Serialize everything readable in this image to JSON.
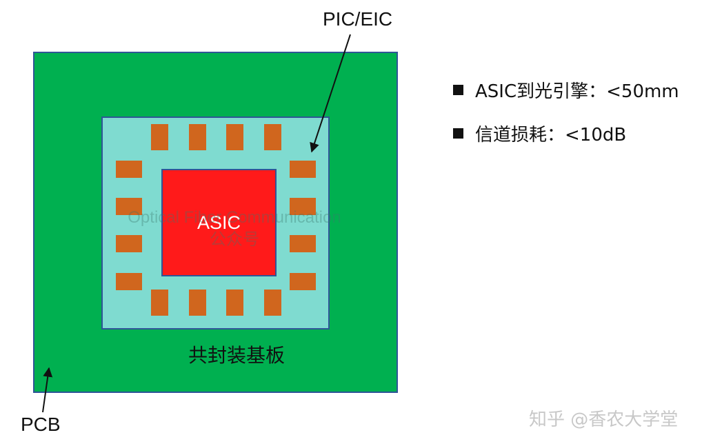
{
  "diagram": {
    "labels": {
      "pic_eic": "PIC/EIC",
      "asic": "ASIC",
      "substrate": "共封装基板",
      "pcb": "PCB"
    },
    "watermark": {
      "line1": "Optical Fiber Communication",
      "line2": "公众号"
    }
  },
  "specs": [
    {
      "text": "ASIC到光引擎：<50mm"
    },
    {
      "text": "信道损耗：<10dB"
    }
  ],
  "brand": "知乎 @香农大学堂",
  "colors": {
    "pcb": "#00b050",
    "substrate": "#7fdbd0",
    "asic": "#ff1a1a",
    "pad": "#d0661e",
    "border": "#2f5597"
  }
}
